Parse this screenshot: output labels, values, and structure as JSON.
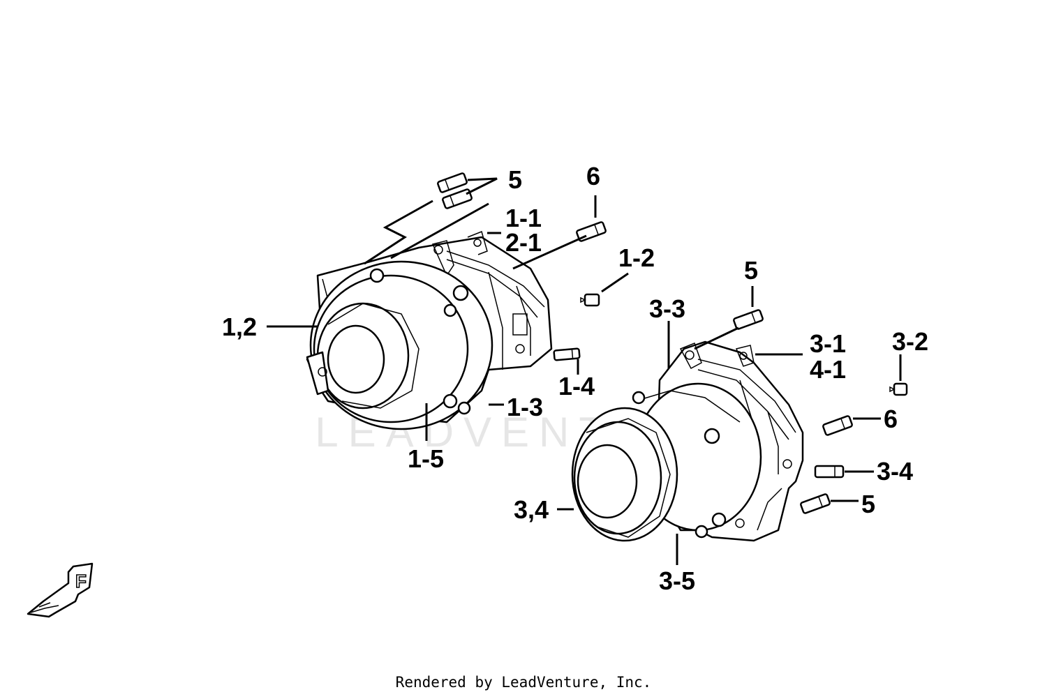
{
  "callouts": {
    "c_5a": "5",
    "c_6a": "6",
    "c_1_1": "1-1",
    "c_2_1": "2-1",
    "c_1_2": "1-2",
    "c_1_2_comma": "1,2",
    "c_1_4": "1-4",
    "c_1_3": "1-3",
    "c_1_5": "1-5",
    "c_3_3": "3-3",
    "c_5b": "5",
    "c_3_1": "3-1",
    "c_4_1": "4-1",
    "c_3_2": "3-2",
    "c_6b": "6",
    "c_3_4": "3-4",
    "c_5c": "5",
    "c_3_4_comma": "3,4",
    "c_3_5": "3-5"
  },
  "watermark": "LEADVENTURE",
  "direction_marker": "F",
  "footer": "Rendered by LeadVenture, Inc.",
  "colors": {
    "line": "#000000",
    "background": "#ffffff",
    "watermark": "#e6e6e6"
  }
}
